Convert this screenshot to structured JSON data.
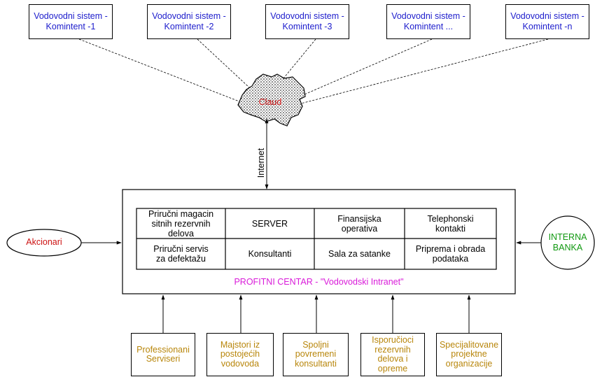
{
  "top_systems": [
    "Vodovodni sistem -\nKomintent -1",
    "Vodovodni sistem -\nKomintent -2",
    "Vodovodni sistem -\nKomintent -3",
    "Vodovodni sistem -\nKomintent ...",
    "Vodovodni sistem -\nKomintent -n"
  ],
  "cloud": {
    "label": "Claud"
  },
  "internet_label": "Internet",
  "grid": {
    "cells": [
      "Priručni magacin\nsitnih rezervnih\ndelova",
      "SERVER",
      "Finansijska\noperativa",
      "Telephonski\nkontakti",
      "Priručni servis\nza defektažu",
      "Konsultanti",
      "Sala za satanke",
      "Priprema i obrada\npodataka"
    ],
    "caption": "PROFITNI CENTAR - \"Vodovodski Intranet\""
  },
  "left_node": "Akcionari",
  "right_node": "INTERNA\nBANKA",
  "bottom_sources": [
    "Professionani\nServiseri",
    "Majstori iz\npostojećih\nvodovoda",
    "Spoljni\npovremeni\nkonsultanti",
    "Isporučioci\nrezervnih\ndelova i\nopreme",
    "Specijalitovane\nprojektne\norganizacije"
  ],
  "colors": {
    "top_text": "#1c1ccc",
    "cloud_text": "#cc1111",
    "caption_text": "#d91ad9",
    "left_text": "#cc1111",
    "right_text": "#119911",
    "bottom_text": "#b8860b"
  }
}
